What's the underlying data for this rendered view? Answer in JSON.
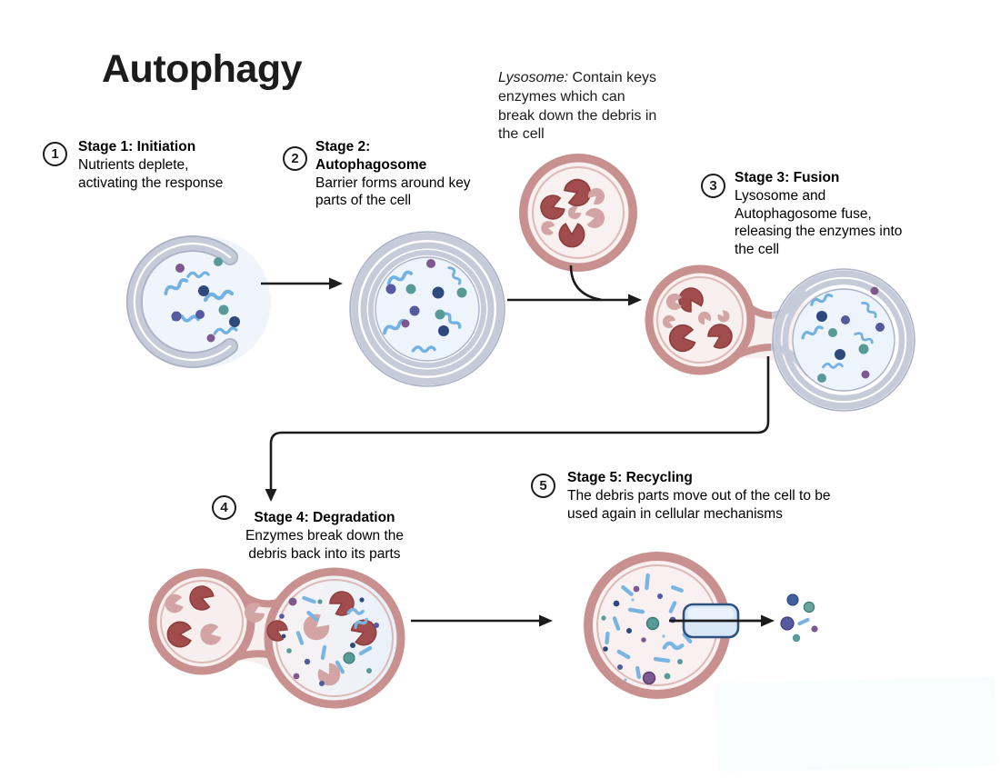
{
  "title": "Autophagy",
  "lysosome_note": {
    "term": "Lysosome:",
    "text": " Contain keys enzymes which can break down the debris in the cell"
  },
  "stages": [
    {
      "number": "1",
      "title": "Stage 1: Initiation",
      "description": "Nutrients deplete, activating the response"
    },
    {
      "number": "2",
      "title": "Stage 2: Autophagosome",
      "description": "Barrier forms around key parts of the cell"
    },
    {
      "number": "3",
      "title": "Stage 3: Fusion",
      "description": "Lysosome and Autophagosome fuse, releasing the enzymes into the cell"
    },
    {
      "number": "4",
      "title": "Stage 4: Degradation",
      "description": "Enzymes break down the debris back into its parts"
    },
    {
      "number": "5",
      "title": "Stage 5: Recycling",
      "description": "The debris parts move out of the cell to be used again in cellular mechanisms"
    }
  ],
  "colors": {
    "membrane_blue": "#c6cbda",
    "membrane_blue_edge": "#a9b1c5",
    "vesicle_interior_blue": "#edf4fb",
    "lysosome_rim": "#c8908e",
    "lysosome_fill": "#f8f1ef",
    "enzyme_dark_red": "#a14d4d",
    "enzyme_light_pink": "#d2a5a4",
    "debris_squiggle_blue": "#72b1e0",
    "dot_navy": "#2e4a7c",
    "dot_teal": "#589a97",
    "dot_purple": "#7d5990",
    "dot_indigo": "#5459a0",
    "arrow_black": "#1c1c1c",
    "channel_fill": "#d8e7f6",
    "channel_stroke": "#2f5180"
  }
}
